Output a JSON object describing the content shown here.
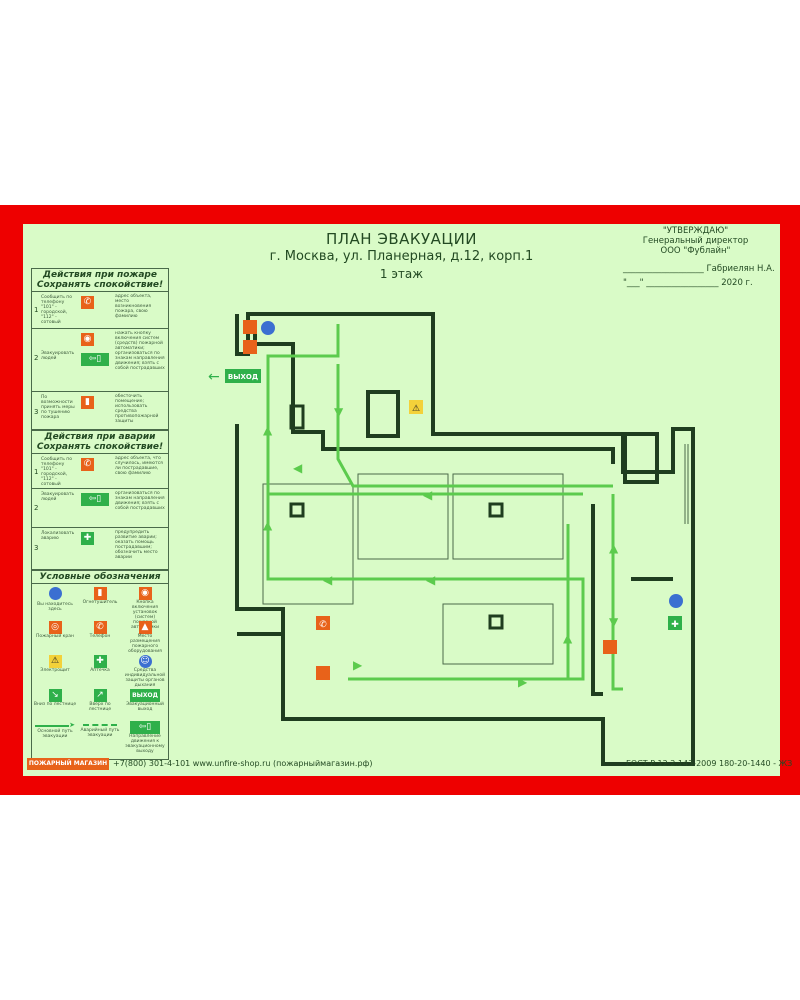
{
  "header": {
    "title": "ПЛАН ЭВАКУАЦИИ",
    "address": "г. Москва, ул. Планерная,  д.12, корп.1",
    "floor": "1 этаж"
  },
  "approval": {
    "line1": "\"УТВЕРЖДАЮ\"",
    "line2": "Генеральный директор",
    "line3": "ООО \"Фублайн\"",
    "signature": "___________________ Габриелян Н.А.",
    "date": "\"___\" _________________ 2020 г."
  },
  "fire_panel": {
    "heading": "Действия при пожаре Сохранять спокойствие!",
    "rows": [
      {
        "num": "1",
        "text": "Сообщить по телефону \"101\" - городской, \"112\" - сотовый",
        "note": "адрес объекта, место возникновения пожара, свою фамилию"
      },
      {
        "num": "2",
        "text": "Эвакуировать людей",
        "note": "нажать кнопку включения систем (средств) пожарной автоматики; организоваться по знакам направления движения; взять с собой пострадавших"
      },
      {
        "num": "3",
        "text": "По возможности принять меры по тушению пожара",
        "note": "обесточить помещение; использовать средства противопожарной защиты"
      }
    ]
  },
  "accident_panel": {
    "heading": "Действия при аварии Сохранять спокойствие!",
    "rows": [
      {
        "num": "1",
        "text": "Сообщить по телефону \"101\" - городской, \"112\" - сотовый",
        "note": "адрес объекта, что случилось, имеются ли пострадавшие, свою фамилию"
      },
      {
        "num": "2",
        "text": "Эвакуировать людей",
        "note": "организоваться по знакам направления движения; взять с собой пострадавших"
      },
      {
        "num": "3",
        "text": "Локализовать аварию",
        "note": "предупредить развитие аварии; оказать помощь пострадавшим; обозначить место аварии"
      }
    ]
  },
  "legend": {
    "heading": "Условные обозначения",
    "items": [
      {
        "label": "Вы находитесь здесь",
        "icon": "you-are-here"
      },
      {
        "label": "Огнетушитель",
        "icon": "extinguisher"
      },
      {
        "label": "Кнопка включения установок (систем) пожарной автоматики",
        "icon": "alarm-button"
      },
      {
        "label": "Пожарный кран",
        "icon": "fire-hose"
      },
      {
        "label": "Телефон",
        "icon": "phone"
      },
      {
        "label": "Место размещения пожарного оборудования",
        "icon": "fire-equipment"
      },
      {
        "label": "Электрощит",
        "icon": "electrical-hazard"
      },
      {
        "label": "Аптечка",
        "icon": "first-aid"
      },
      {
        "label": "Средства индивидуальной защиты органов дыхания",
        "icon": "respirator"
      },
      {
        "label": "Вниз по лестнице",
        "icon": "stairs-down"
      },
      {
        "label": "Вверх по лестнице",
        "icon": "stairs-up"
      },
      {
        "label": "Эвакуационный выход",
        "icon": "exit-sign"
      },
      {
        "label": "Основной путь эвакуации",
        "icon": "main-route"
      },
      {
        "label": "Аварийный путь эвакуации",
        "icon": "emergency-route"
      },
      {
        "label": "Направление движения к эвакуационному выходу",
        "icon": "exit-direction"
      }
    ],
    "exit_sign_text": "ВЫХОД"
  },
  "plan": {
    "exit_label": "ВЫХОД"
  },
  "footer": {
    "brand": "ПОЖАРНЫЙ МАГАЗИН",
    "contacts": "+7(800) 301-4-101   www.unfire-shop.ru   (пожарныймагазин.рф)",
    "standard": "ГОСТ Р 12.2.143-2009 180-20-1440 - ЖЗ"
  },
  "colors": {
    "frame": "#ee0000",
    "sheet": "#d9fbc7",
    "route": "#2fb04a",
    "wall": "#1f3d1f",
    "sign_red": "#e8621a",
    "you_are_here": "#3b6fd1"
  }
}
